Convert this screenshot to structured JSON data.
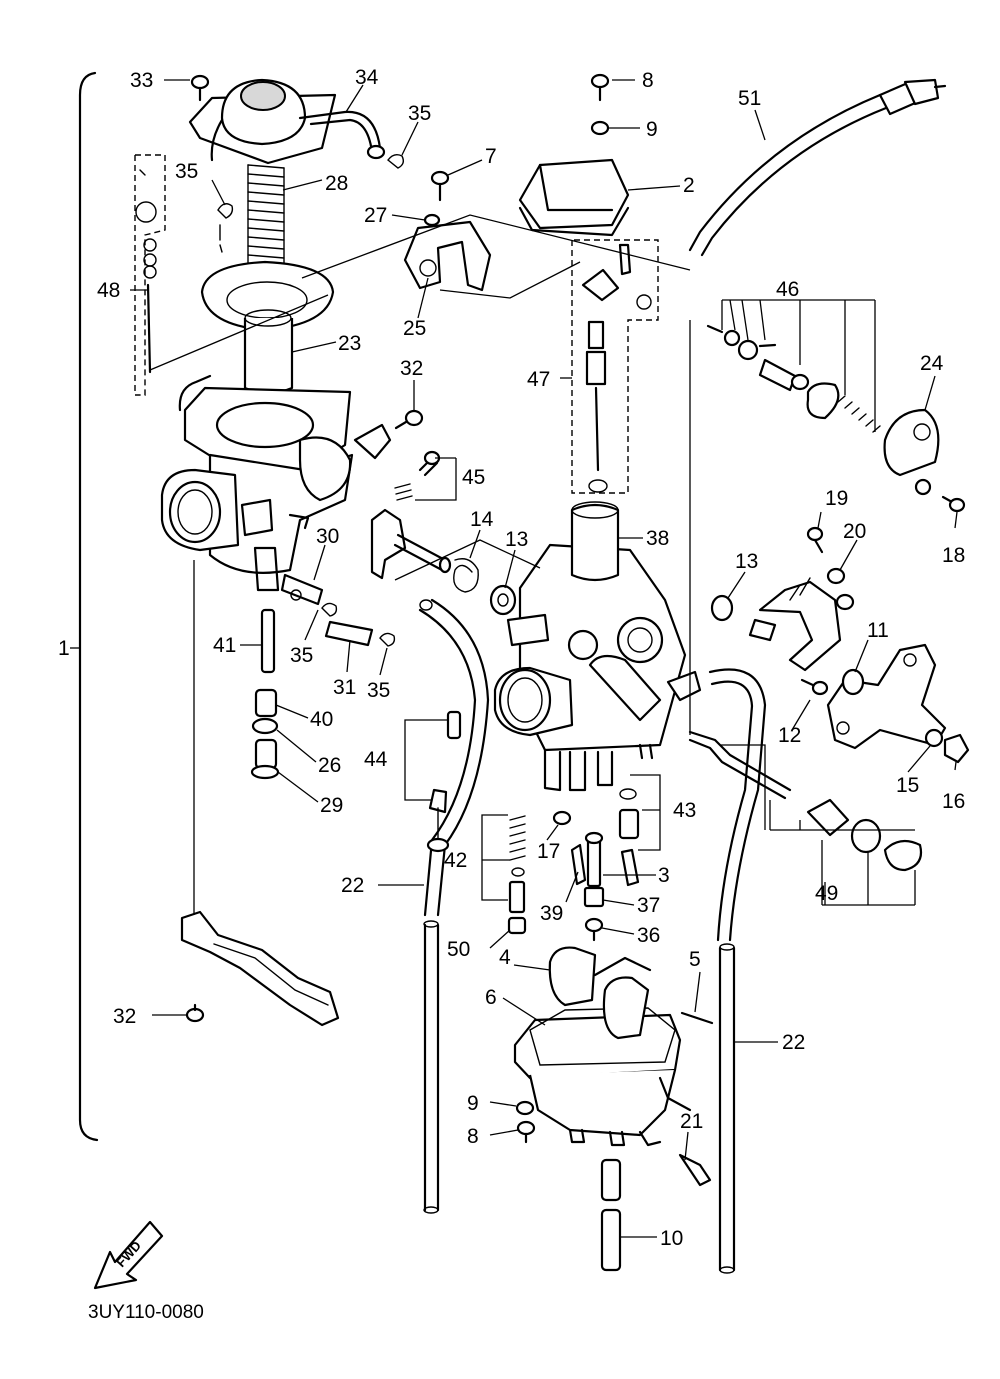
{
  "diagram_code": "3UY110-0080",
  "fwd_label": "FWD",
  "callouts": [
    {
      "id": "c33a",
      "text": "33"
    },
    {
      "id": "c34",
      "text": "34"
    },
    {
      "id": "c35a",
      "text": "35"
    },
    {
      "id": "c35b",
      "text": "35"
    },
    {
      "id": "c28",
      "text": "28"
    },
    {
      "id": "c48",
      "text": "48"
    },
    {
      "id": "c23",
      "text": "23"
    },
    {
      "id": "c8a",
      "text": "8"
    },
    {
      "id": "c9a",
      "text": "9"
    },
    {
      "id": "c7",
      "text": "7"
    },
    {
      "id": "c2",
      "text": "2"
    },
    {
      "id": "c27",
      "text": "27"
    },
    {
      "id": "c25",
      "text": "25"
    },
    {
      "id": "c51",
      "text": "51"
    },
    {
      "id": "c46",
      "text": "46"
    },
    {
      "id": "c47",
      "text": "47"
    },
    {
      "id": "c32a",
      "text": "32"
    },
    {
      "id": "c24",
      "text": "24"
    },
    {
      "id": "c45",
      "text": "45"
    },
    {
      "id": "c1",
      "text": "1"
    },
    {
      "id": "c30",
      "text": "30"
    },
    {
      "id": "c14",
      "text": "14"
    },
    {
      "id": "c13a",
      "text": "13"
    },
    {
      "id": "c38",
      "text": "38"
    },
    {
      "id": "c19",
      "text": "19"
    },
    {
      "id": "c20",
      "text": "20"
    },
    {
      "id": "c18",
      "text": "18"
    },
    {
      "id": "c13b",
      "text": "13"
    },
    {
      "id": "c41",
      "text": "41"
    },
    {
      "id": "c35c",
      "text": "35"
    },
    {
      "id": "c31",
      "text": "31"
    },
    {
      "id": "c35d",
      "text": "35"
    },
    {
      "id": "c11",
      "text": "11"
    },
    {
      "id": "c40",
      "text": "40"
    },
    {
      "id": "c44",
      "text": "44"
    },
    {
      "id": "c12",
      "text": "12"
    },
    {
      "id": "c26",
      "text": "26"
    },
    {
      "id": "c29",
      "text": "29"
    },
    {
      "id": "c15",
      "text": "15"
    },
    {
      "id": "c16",
      "text": "16"
    },
    {
      "id": "c43",
      "text": "43"
    },
    {
      "id": "c17",
      "text": "17"
    },
    {
      "id": "c42",
      "text": "42"
    },
    {
      "id": "c22a",
      "text": "22"
    },
    {
      "id": "c3",
      "text": "3"
    },
    {
      "id": "c39",
      "text": "39"
    },
    {
      "id": "c37",
      "text": "37"
    },
    {
      "id": "c49",
      "text": "49"
    },
    {
      "id": "c50",
      "text": "50"
    },
    {
      "id": "c36",
      "text": "36"
    },
    {
      "id": "c4",
      "text": "4"
    },
    {
      "id": "c5",
      "text": "5"
    },
    {
      "id": "c6",
      "text": "6"
    },
    {
      "id": "c32b",
      "text": "32"
    },
    {
      "id": "c22b",
      "text": "22"
    },
    {
      "id": "c9b",
      "text": "9"
    },
    {
      "id": "c21",
      "text": "21"
    },
    {
      "id": "c8b",
      "text": "8"
    },
    {
      "id": "c10",
      "text": "10"
    }
  ]
}
